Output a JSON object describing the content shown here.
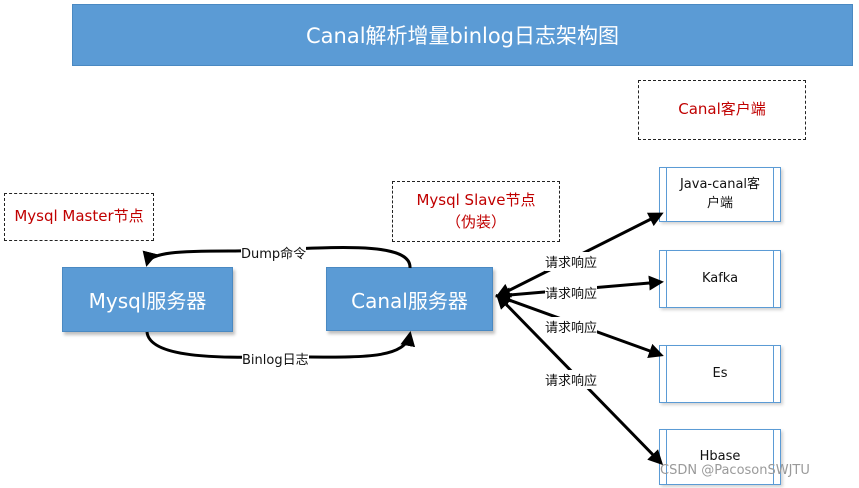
{
  "title": "Canal解析增量binlog日志架构图",
  "canal_client_group": "Canal客户端",
  "master_node": "Mysql Master节点",
  "slave_node_line1": "Mysql Slave节点",
  "slave_node_line2": "（伪装）",
  "mysql_server": "Mysql服务器",
  "canal_server": "Canal服务器",
  "dump_label": "Dump命令",
  "binlog_label": "Binlog日志",
  "clients": [
    {
      "line1": "Java-canal客",
      "line2": "户端"
    },
    {
      "line1": "Kafka",
      "line2": ""
    },
    {
      "line1": "Es",
      "line2": ""
    },
    {
      "line1": "Hbase",
      "line2": ""
    }
  ],
  "response_labels": [
    "请求响应",
    "请求响应",
    "请求响应",
    "请求响应"
  ],
  "watermark": "CSDN @PacosonSWJTU",
  "colors": {
    "accent": "#5b9bd5",
    "red_text": "#c00000"
  }
}
